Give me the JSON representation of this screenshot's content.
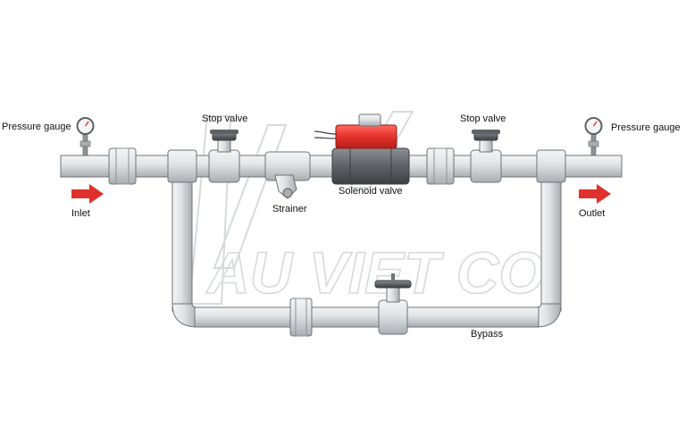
{
  "labels": {
    "pressure_gauge_left": "Pressure gauge",
    "pressure_gauge_right": "Pressure gauge",
    "stop_valve_left": "Stop valve",
    "stop_valve_right": "Stop valve",
    "inlet": "Inlet",
    "outlet": "Outlet",
    "strainer": "Strainer",
    "solenoid_valve": "Solenoid valve",
    "bypass": "Bypass"
  },
  "watermark": "AU VIET CO",
  "colors": {
    "pipe": "#d9dcdf",
    "pipe_stroke": "#6f7478",
    "arrow": "#e0302b",
    "solenoid": "#e4322c",
    "valve_dark": "#5e6266",
    "watermark": "#b8bcc0"
  }
}
